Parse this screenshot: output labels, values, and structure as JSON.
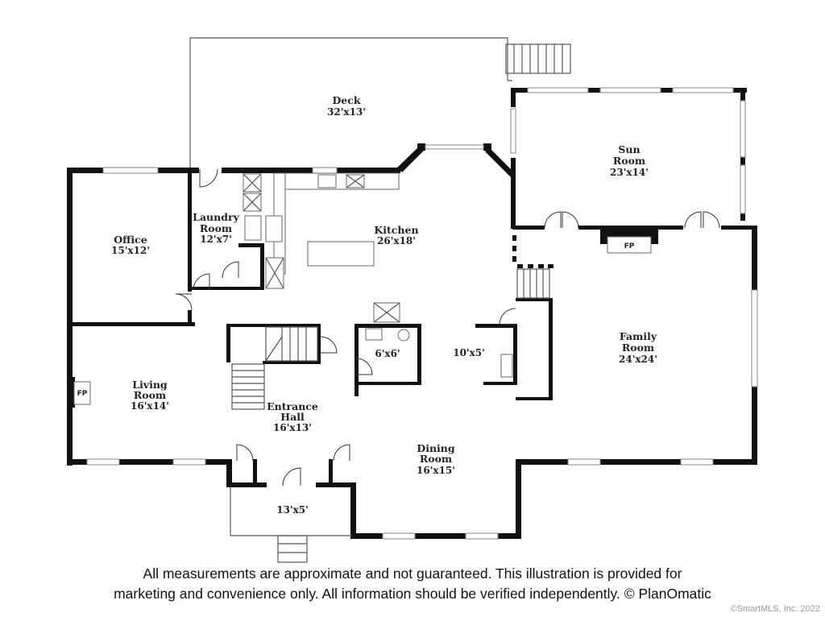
{
  "rooms": {
    "deck": {
      "name": "Deck",
      "dim": "32'x13'"
    },
    "sun_room": {
      "name_line1": "Sun",
      "name_line2": "Room",
      "dim": "23'x14'"
    },
    "laundry": {
      "name_line1": "Laundry",
      "name_line2": "Room",
      "dim": "12'x7'"
    },
    "office": {
      "name": "Office",
      "dim": "15'x12'"
    },
    "kitchen": {
      "name": "Kitchen",
      "dim": "26'x18'"
    },
    "family_room": {
      "name_line1": "Family",
      "name_line2": "Room",
      "dim": "24'x24'"
    },
    "bath": {
      "dim": "6'x6'"
    },
    "hall_closet": {
      "dim": "10'x5'"
    },
    "living_room": {
      "name_line1": "Living",
      "name_line2": "Room",
      "dim": "16'x14'"
    },
    "entrance_hall": {
      "name_line1": "Entrance",
      "name_line2": "Hall",
      "dim": "16'x13'"
    },
    "dining_room": {
      "name_line1": "Dining",
      "name_line2": "Room",
      "dim": "16'x15'"
    },
    "porch": {
      "dim": "13'x5'"
    }
  },
  "fireplaces": {
    "family": "FP",
    "living": "FP"
  },
  "disclaimer": {
    "line1": "All measurements are approximate and not guaranteed. This illustration is provided for",
    "line2": "marketing and convenience only. All information should be verified independently. © PlanOmatic"
  },
  "copyright": "©SmartMLS, Inc.  2022"
}
